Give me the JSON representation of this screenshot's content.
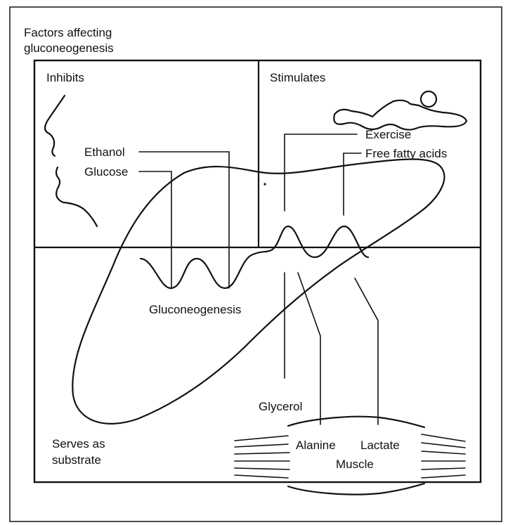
{
  "title": {
    "line1": "Factors affecting",
    "line2": "gluconeogenesis"
  },
  "quadrants": {
    "inhibits": "Inhibits",
    "stimulates": "Stimulates",
    "substrate_line1": "Serves as",
    "substrate_line2": "substrate"
  },
  "inhibitors": {
    "ethanol": "Ethanol",
    "glucose": "Glucose"
  },
  "stimulators": {
    "exercise": "Exercise",
    "free_fatty_acids": "Free fatty acids"
  },
  "process": {
    "gluconeogenesis": "Gluconeogenesis"
  },
  "substrates": {
    "glycerol": "Glycerol",
    "alanine": "Alanine",
    "lactate": "Lactate",
    "muscle": "Muscle"
  }
}
